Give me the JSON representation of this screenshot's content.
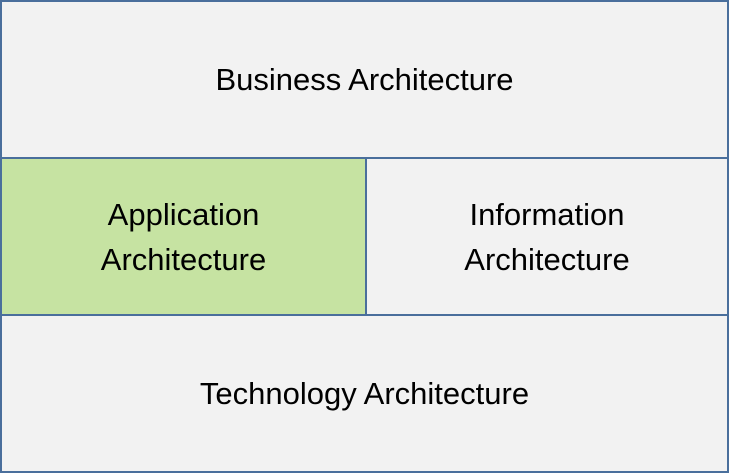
{
  "diagram": {
    "business": {
      "label": "Business Architecture",
      "color": "#f2f2f2"
    },
    "application": {
      "label": "Application Architecture",
      "color": "#c6e3a2",
      "highlighted": true
    },
    "information": {
      "label": "Information Architecture",
      "color": "#f2f2f2"
    },
    "technology": {
      "label": "Technology Architecture",
      "color": "#f2f2f2"
    },
    "border_color": "#4a6f9c"
  }
}
